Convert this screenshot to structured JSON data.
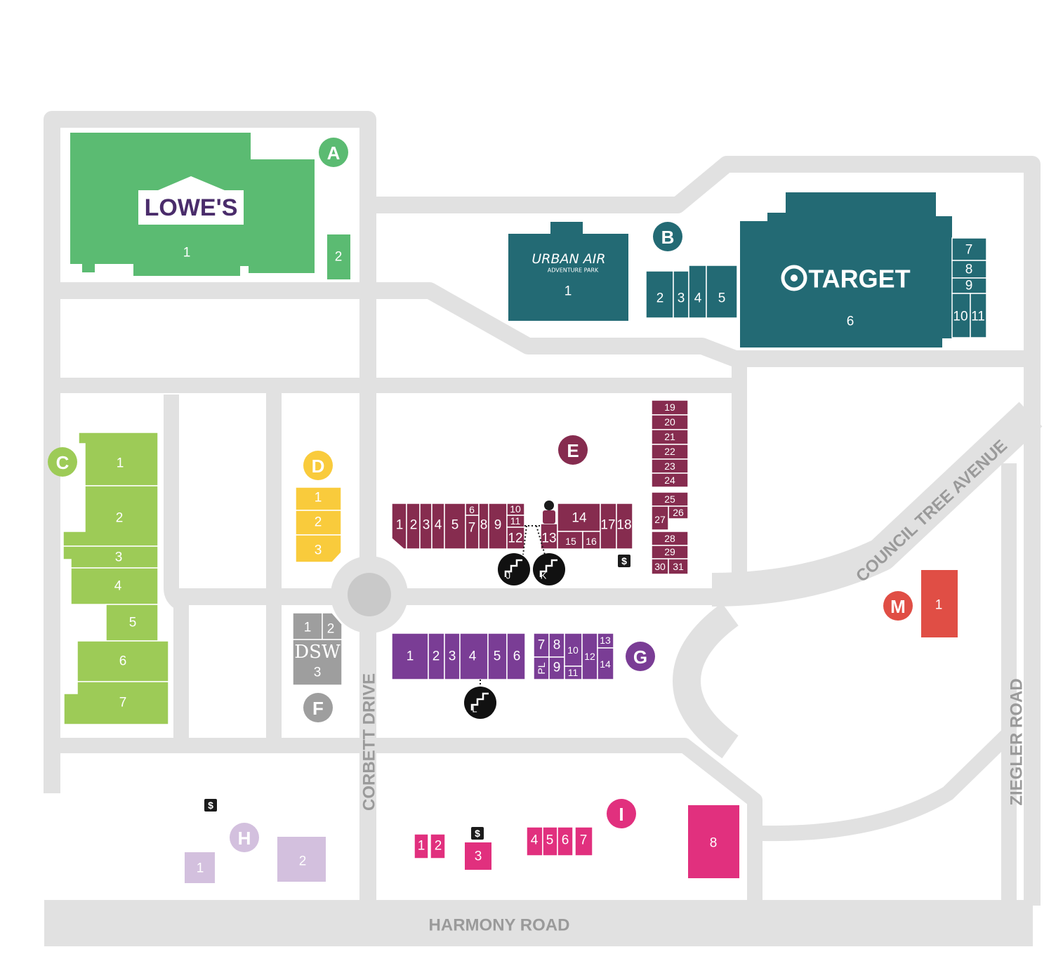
{
  "roads": {
    "harmony": "HARMONY ROAD",
    "corbett": "CORBETT DRIVE",
    "council_tree": "COUNCIL TREE AVENUE",
    "ziegler": "ZIEGLER ROAD"
  },
  "colors": {
    "road": "#e1e1e1",
    "A": "#5bbb72",
    "B": "#236a74",
    "C": "#9dcb57",
    "D": "#f9cb3c",
    "E": "#862c4f",
    "F": "#9e9e9e",
    "G": "#7a3d95",
    "H": "#d3c0de",
    "I": "#e1307e",
    "M": "#e04e45"
  },
  "zones": {
    "A": {
      "letter": "A",
      "units": [
        "1",
        "2"
      ],
      "logo": "LOWE'S"
    },
    "B": {
      "letter": "B",
      "units": [
        "1",
        "2",
        "3",
        "4",
        "5",
        "6",
        "7",
        "8",
        "9",
        "10",
        "11"
      ],
      "logo_target": "TARGET",
      "logo_urbanair": "URBAN AIR",
      "logo_urbanair_sub": "ADVENTURE PARK"
    },
    "C": {
      "letter": "C",
      "units": [
        "1",
        "2",
        "3",
        "4",
        "5",
        "6",
        "7"
      ]
    },
    "D": {
      "letter": "D",
      "units": [
        "1",
        "2",
        "3"
      ]
    },
    "E": {
      "letter": "E",
      "units": [
        "1",
        "2",
        "3",
        "4",
        "5",
        "6",
        "7",
        "8",
        "9",
        "10",
        "11",
        "12",
        "13",
        "14",
        "15",
        "16",
        "17",
        "18",
        "19",
        "20",
        "21",
        "22",
        "23",
        "24",
        "25",
        "26",
        "27",
        "28",
        "29",
        "30",
        "31"
      ]
    },
    "F": {
      "letter": "F",
      "units": [
        "1",
        "2",
        "3"
      ],
      "logo": "DSW"
    },
    "G": {
      "letter": "G",
      "units": [
        "1",
        "2",
        "3",
        "4",
        "5",
        "6",
        "7",
        "8",
        "9",
        "10",
        "11",
        "12",
        "13",
        "14",
        "PL"
      ]
    },
    "H": {
      "letter": "H",
      "units": [
        "1",
        "2"
      ]
    },
    "I": {
      "letter": "I",
      "units": [
        "1",
        "2",
        "3",
        "4",
        "5",
        "6",
        "7",
        "8"
      ]
    },
    "M": {
      "letter": "M",
      "units": [
        "1"
      ]
    }
  },
  "icons": {
    "atm_symbol": "$",
    "stair_labels": [
      "J",
      "K",
      "L"
    ]
  }
}
